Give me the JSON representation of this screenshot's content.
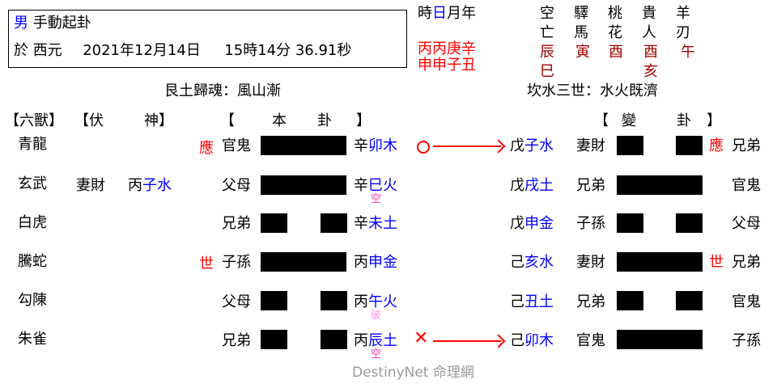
{
  "header": {
    "gender": "男",
    "method": "手動起卦",
    "date_prefix": "於 西元",
    "date": "2021年12月14日",
    "time": "15時14分 36.91秒"
  },
  "pillars": {
    "labels": [
      "時",
      "日",
      "月",
      "年"
    ],
    "stems": "丙丙庚辛",
    "branches": "申申子丑"
  },
  "shensha": {
    "columns": [
      {
        "name_top": "空",
        "name_bottom": "亡",
        "values": [
          "辰",
          "巳"
        ]
      },
      {
        "name_top": "驛",
        "name_bottom": "馬",
        "values": [
          "寅"
        ]
      },
      {
        "name_top": "桃",
        "name_bottom": "花",
        "values": [
          "酉"
        ]
      },
      {
        "name_top": "貴",
        "name_bottom": "人",
        "values": [
          "酉",
          "亥"
        ]
      },
      {
        "name_top": "羊",
        "name_bottom": "刃",
        "values": [
          "午"
        ]
      }
    ]
  },
  "base_hexagram_title": "艮土歸魂：風山漸",
  "changed_hexagram_title": "坎水三世：水火既濟",
  "headers": {
    "six_beasts": "【六獸】",
    "hidden_open": "【伏",
    "hidden_close": "神】",
    "base_open": "【",
    "base_mid1": "本",
    "base_mid2": "卦",
    "base_close": "】",
    "changed_open": "【",
    "changed_mid1": "變",
    "changed_mid2": "卦",
    "changed_close": "】"
  },
  "lines": [
    {
      "beast": "青龍",
      "hidden_relation": "",
      "hidden_stem": "",
      "hidden_branch": "",
      "marker": "應",
      "relation": "官鬼",
      "type": "yang",
      "stem": "辛",
      "branch": "卯木",
      "note": "",
      "move": "O",
      "c_stem": "戊",
      "c_branch": "子水",
      "c_relation": "妻財",
      "c_type": "yin",
      "c_marker": "應",
      "c_right": "兄弟"
    },
    {
      "beast": "玄武",
      "hidden_relation": "妻財",
      "hidden_stem": "丙",
      "hidden_branch": "子水",
      "marker": "",
      "relation": "父母",
      "type": "yang",
      "stem": "辛",
      "branch": "巳火",
      "note": "空",
      "move": "",
      "c_stem": "戊",
      "c_branch": "戌土",
      "c_relation": "兄弟",
      "c_type": "yang",
      "c_marker": "",
      "c_right": "官鬼"
    },
    {
      "beast": "白虎",
      "hidden_relation": "",
      "hidden_stem": "",
      "hidden_branch": "",
      "marker": "",
      "relation": "兄弟",
      "type": "yin",
      "stem": "辛",
      "branch": "未土",
      "note": "",
      "move": "",
      "c_stem": "戊",
      "c_branch": "申金",
      "c_relation": "子孫",
      "c_type": "yin",
      "c_marker": "",
      "c_right": "父母"
    },
    {
      "beast": "騰蛇",
      "hidden_relation": "",
      "hidden_stem": "",
      "hidden_branch": "",
      "marker": "世",
      "relation": "子孫",
      "type": "yang",
      "stem": "丙",
      "branch": "申金",
      "note": "",
      "move": "",
      "c_stem": "己",
      "c_branch": "亥水",
      "c_relation": "妻財",
      "c_type": "yang",
      "c_marker": "世",
      "c_right": "兄弟"
    },
    {
      "beast": "勾陳",
      "hidden_relation": "",
      "hidden_stem": "",
      "hidden_branch": "",
      "marker": "",
      "relation": "父母",
      "type": "yin",
      "stem": "丙",
      "branch": "午火",
      "note": "破",
      "move": "",
      "c_stem": "己",
      "c_branch": "丑土",
      "c_relation": "兄弟",
      "c_type": "yin",
      "c_marker": "",
      "c_right": "官鬼"
    },
    {
      "beast": "朱雀",
      "hidden_relation": "",
      "hidden_stem": "",
      "hidden_branch": "",
      "marker": "",
      "relation": "兄弟",
      "type": "yin",
      "stem": "丙",
      "branch": "辰土",
      "note": "空",
      "move": "X",
      "c_stem": "己",
      "c_branch": "卯木",
      "c_relation": "官鬼",
      "c_type": "yang",
      "c_marker": "",
      "c_right": "子孫"
    }
  ],
  "watermark": "DestinyNet 命理網",
  "colors": {
    "blue": "#0000ff",
    "red": "#ff0000",
    "dark_red": "#a00000",
    "void_pink": "#ff33aa",
    "break_pink": "#ff99ee",
    "watermark_gray": "#999999"
  }
}
